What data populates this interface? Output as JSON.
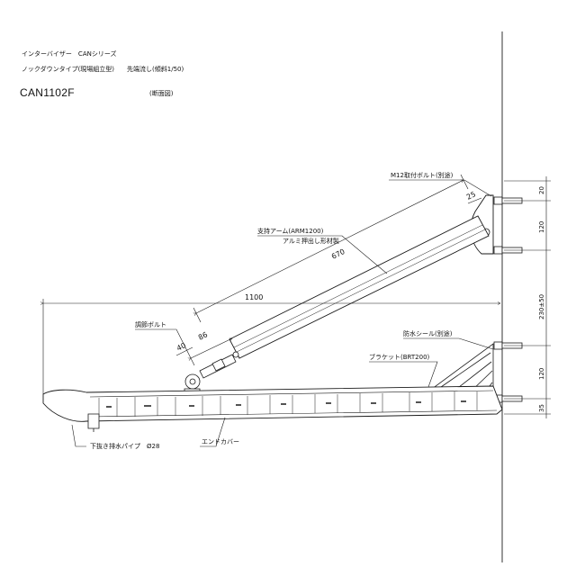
{
  "header": {
    "series_line": "インターバイザー　CANシリーズ",
    "type_line": "ノックダウンタイプ(現場組立型)　　先端流し(傾斜1/50)",
    "model": "CAN1102F",
    "view": "(断面図)"
  },
  "callouts": {
    "bolt_m12": "M12取付ボルト(別途)",
    "arm": "支持アーム(ARM1200)",
    "arm_material": "アルミ押出し形材製",
    "adjust_bolt": "調節ボルト",
    "waterproof_seal": "防水シール(別途)",
    "bracket": "ブラケット(BRT200)",
    "drain_pipe": "下抜き排水パイプ　Ø28",
    "end_cover": "エンドカバー"
  },
  "dimensions": {
    "overall_length": "1100",
    "arm_length": "670",
    "arm_end": "25",
    "adjust_a": "86",
    "adjust_b": "40",
    "right_20": "20",
    "right_120_top": "120",
    "right_230": "230±50",
    "right_120_bottom": "120",
    "right_35": "35"
  },
  "colors": {
    "line": "#1a1a1a",
    "wall": "#333333"
  }
}
